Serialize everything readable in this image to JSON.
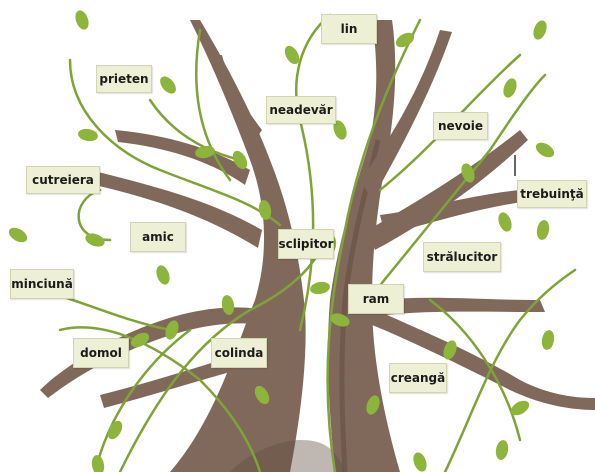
{
  "colors": {
    "background": "#ffffff",
    "branch": "#80695a",
    "branch_shadow": "#5e4a3d",
    "vine": "#7fa336",
    "leaf": "#8db43b",
    "card_bg": "#eef0d6",
    "card_border": "#d2d5b0",
    "text": "#1b1b1b"
  },
  "words": [
    {
      "id": "lin",
      "text": "lin"
    },
    {
      "id": "prieten",
      "text": "prieten"
    },
    {
      "id": "neadevar",
      "text": "neadevăr"
    },
    {
      "id": "nevoie",
      "text": "nevoie"
    },
    {
      "id": "cutreiera",
      "text": "cutreiera"
    },
    {
      "id": "trebuinta",
      "text": "trebuinţă"
    },
    {
      "id": "amic",
      "text": "amic"
    },
    {
      "id": "sclipitor",
      "text": "sclipitor"
    },
    {
      "id": "stralucitor",
      "text": "strălucitor"
    },
    {
      "id": "minciuna",
      "text": "minciună"
    },
    {
      "id": "ram",
      "text": "ram"
    },
    {
      "id": "domol",
      "text": "domol"
    },
    {
      "id": "colinda",
      "text": "colinda"
    },
    {
      "id": "creanga",
      "text": "creangă"
    }
  ]
}
